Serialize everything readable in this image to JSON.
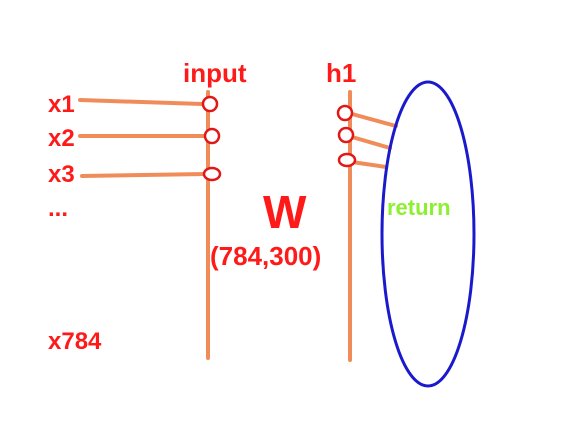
{
  "colors": {
    "line": "#f08c5a",
    "node_stroke": "#e01818",
    "label": "#ff1a1a",
    "ellipse": "#1a1acc",
    "return_label": "#8cf030",
    "background": "#ffffff"
  },
  "labels": {
    "input": "input",
    "h1": "h1",
    "x1": "x1",
    "x2": "x2",
    "x3": "x3",
    "dots": "...",
    "x784": "x784",
    "weight": "W",
    "weight_shape": "(784,300)",
    "return": "return"
  }
}
